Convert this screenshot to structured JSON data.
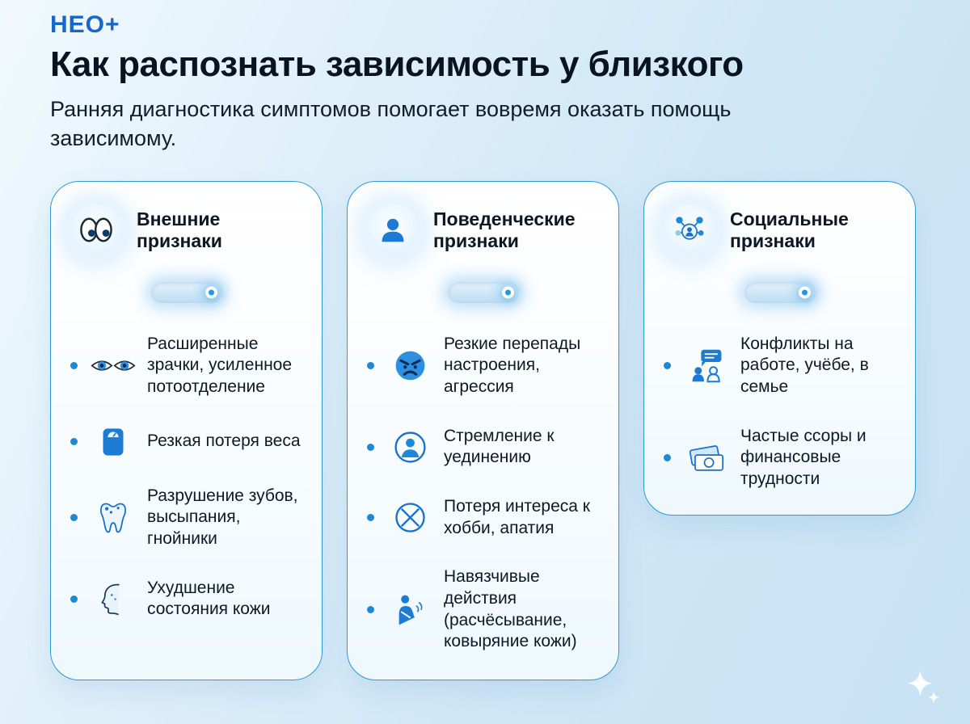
{
  "colors": {
    "accent_blue": "#1e88d2",
    "dark_blue": "#1767cb",
    "card_border": "#2e9ad1",
    "background_light": "#e8f4fb",
    "background_dark": "#c7e2f4",
    "text_dark": "#0c1624"
  },
  "header": {
    "logo": "НЕО+",
    "title": "Как распознать зависимость у близкого",
    "subtitle": "Ранняя диагностика симптомов помогает вовремя оказать помощь зависимому."
  },
  "cards": [
    {
      "title": "Внешние признаки",
      "icon": "eyes-icon",
      "toggle_on": true,
      "items": [
        {
          "icon": "dilated-pupils-icon",
          "text": "Расширенные зрачки, усиленное потоотделение"
        },
        {
          "icon": "weight-scale-icon",
          "text": "Резкая потеря веса"
        },
        {
          "icon": "tooth-icon",
          "text": "Разрушение зубов, высыпания, гнойники"
        },
        {
          "icon": "face-profile-icon",
          "text": "Ухудшение состояния кожи"
        }
      ]
    },
    {
      "title": "Поведенческие признаки",
      "icon": "person-icon",
      "toggle_on": true,
      "items": [
        {
          "icon": "angry-face-icon",
          "text": "Резкие перепады настроения, агрессия"
        },
        {
          "icon": "solitude-person-icon",
          "text": "Стремление к уединению"
        },
        {
          "icon": "crossed-circle-icon",
          "text": "Потеря интереса к хобби, апатия"
        },
        {
          "icon": "scratching-person-icon",
          "text": "Навязчивые действия (расчёсывание, ковыряние кожи)"
        }
      ]
    },
    {
      "title": "Социальные признаки",
      "icon": "social-network-icon",
      "toggle_on": true,
      "items": [
        {
          "icon": "conflict-chat-icon",
          "text": "Конфликты на работе, учёбе, в семье"
        },
        {
          "icon": "money-icon",
          "text": "Частые ссоры и финансовые трудности"
        }
      ]
    }
  ],
  "decor": {
    "sparkle": "sparkle-icon"
  }
}
